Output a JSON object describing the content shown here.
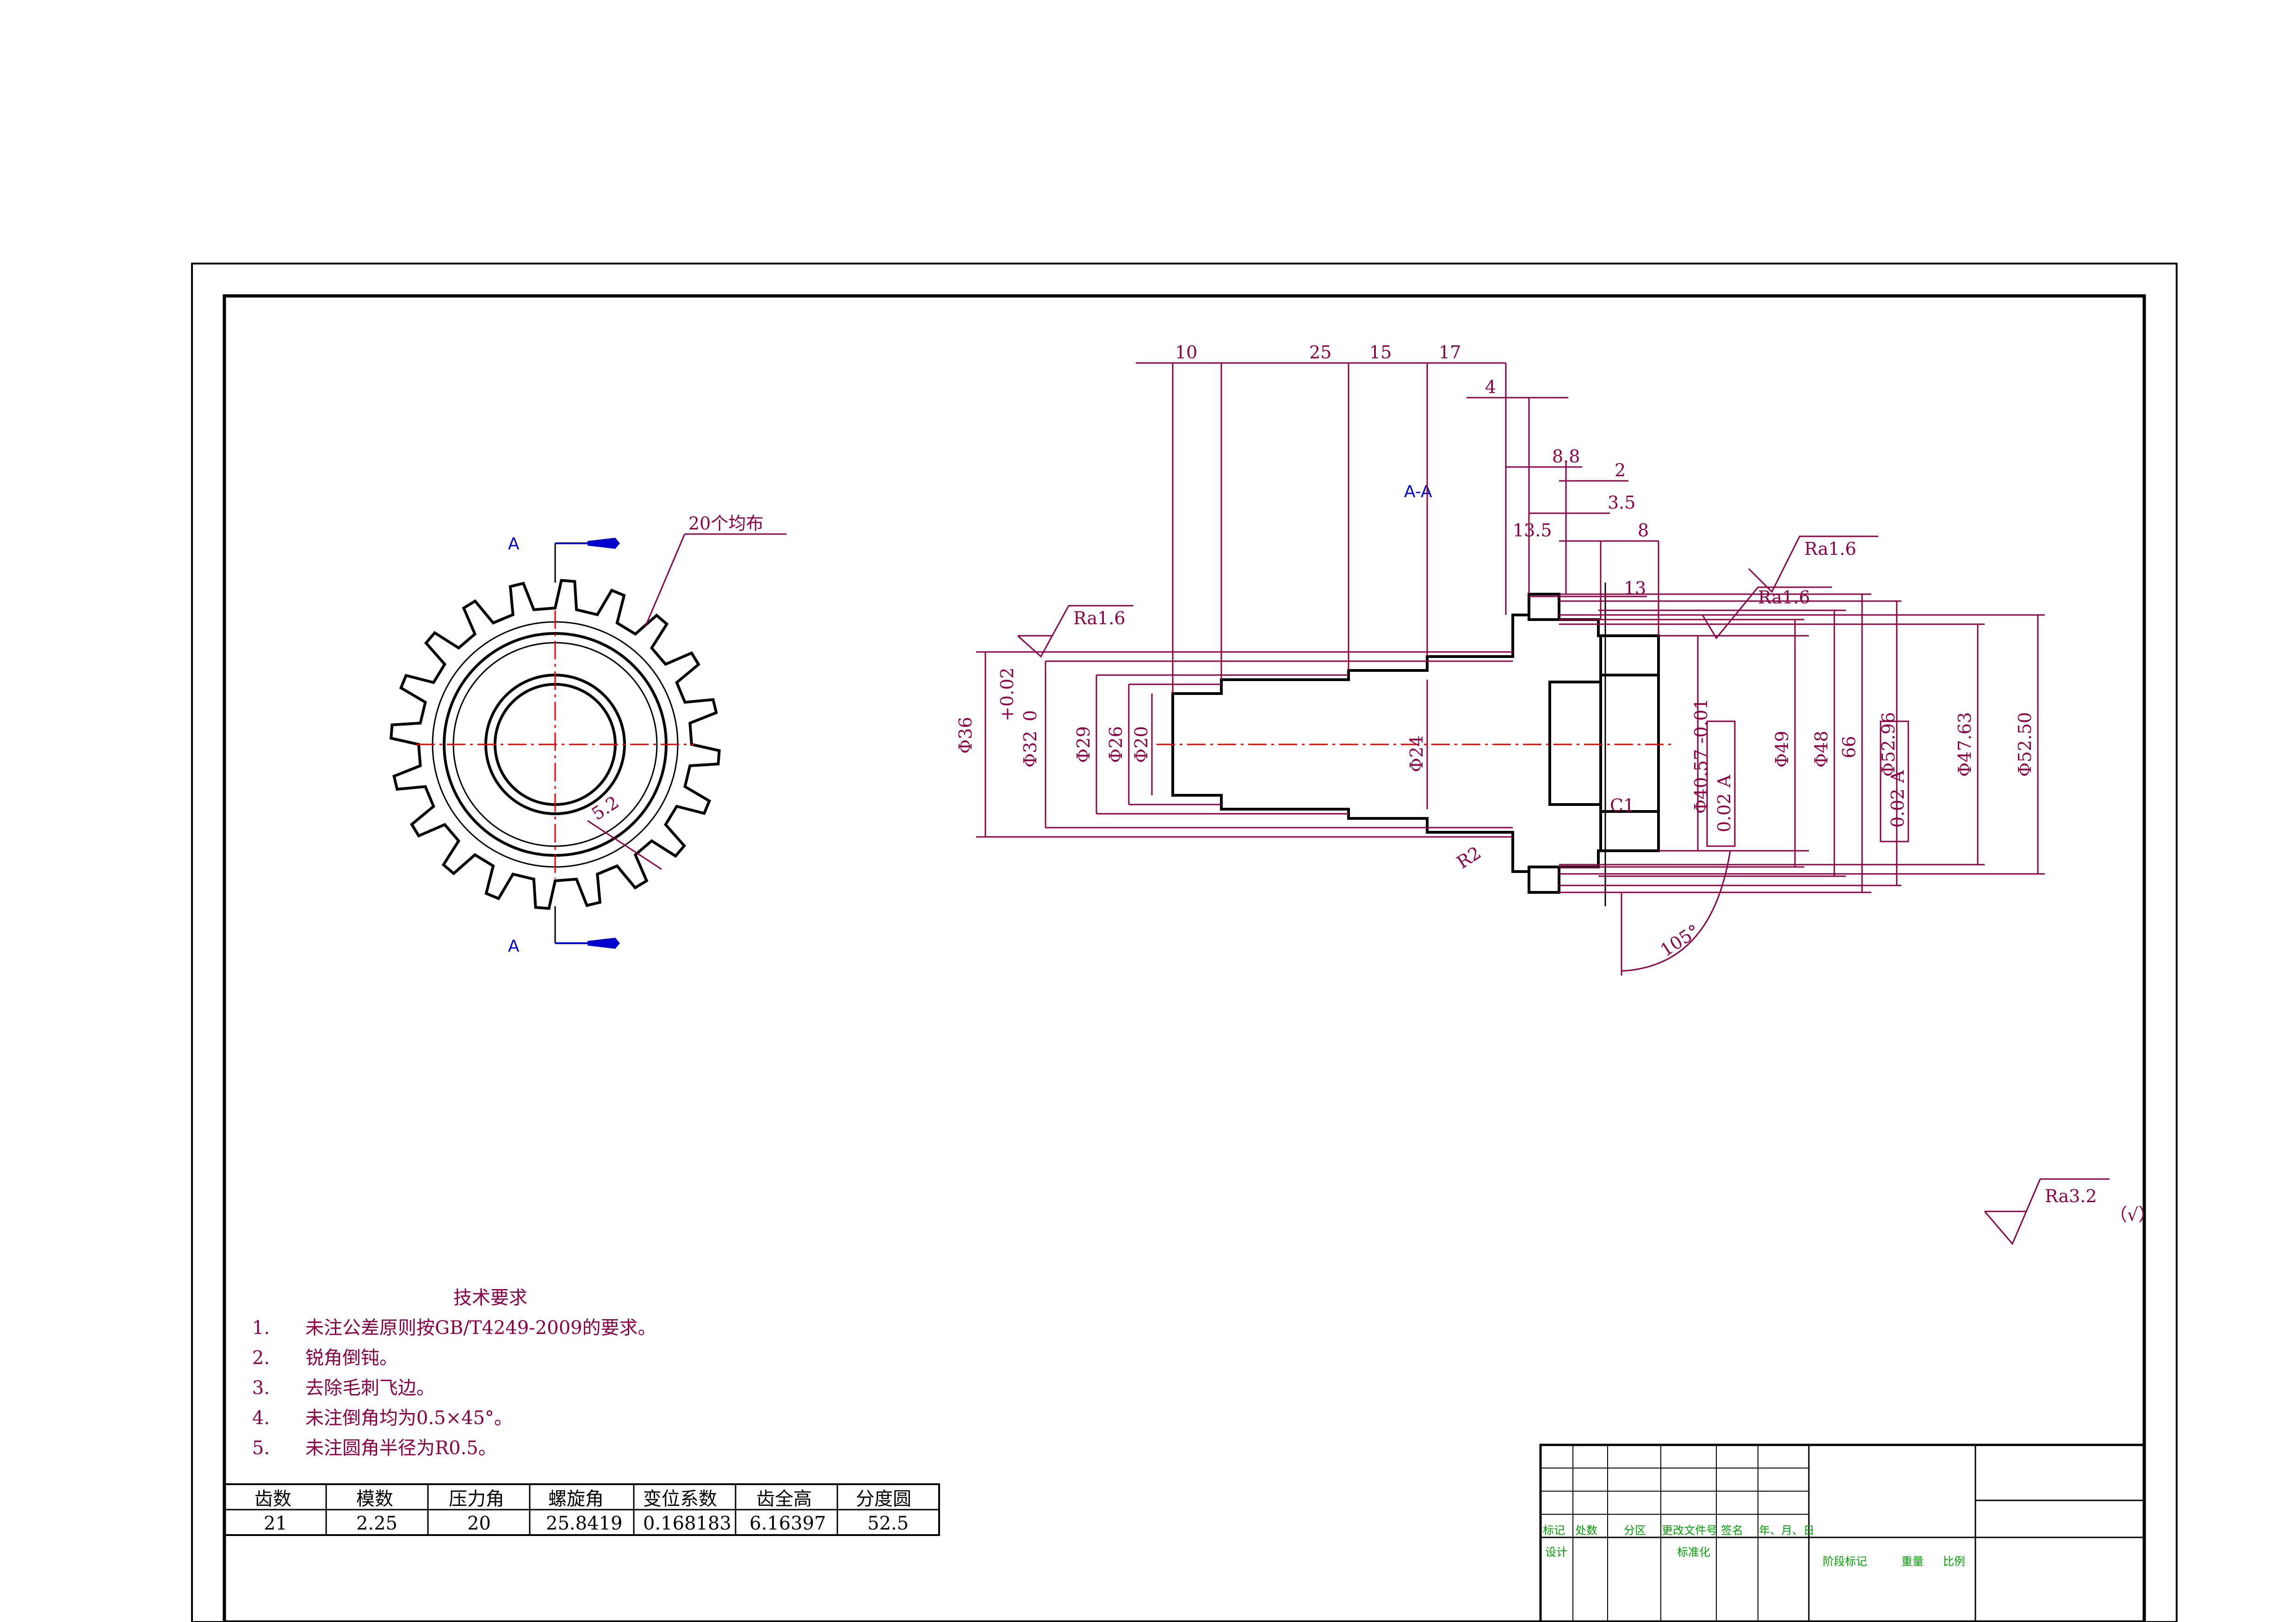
{
  "section_label": "A-A",
  "view_letters": {
    "top": "A",
    "bottom": "A"
  },
  "teeth_note": "20个均布",
  "tooth_dim": "5.2",
  "dims": {
    "top": [
      "10",
      "25",
      "15",
      "17",
      "4",
      "8.8",
      "2",
      "3.5",
      "8",
      "13.5",
      "13"
    ],
    "vertical_left": [
      "Φ36",
      "+0.02",
      "Φ32",
      "0",
      "Φ29",
      "Φ26",
      "Φ20",
      "Φ24"
    ],
    "vertical_right": [
      "Φ40.57 -0.01",
      "0.02 A",
      "Φ49",
      "Φ48",
      "66",
      "Φ52.96",
      "0.02 A",
      "Φ47.63",
      "Φ52.50"
    ],
    "misc": [
      "R2",
      "C1",
      "105°"
    ]
  },
  "roughness": {
    "left": "Ra1.6",
    "top_right": "Ra1.6",
    "right": "Ra1.6",
    "general": "Ra3.2",
    "general_suffix": "（√）"
  },
  "tech_req": {
    "title": "技术要求",
    "items": [
      {
        "n": "1.",
        "t": "未注公差原则按GB/T4249-2009的要求。"
      },
      {
        "n": "2.",
        "t": "锐角倒钝。"
      },
      {
        "n": "3.",
        "t": "去除毛刺飞边。"
      },
      {
        "n": "4.",
        "t": "未注倒角均为0.5×45°。"
      },
      {
        "n": "5.",
        "t": "未注圆角半径为R0.5。"
      }
    ]
  },
  "gear_table": {
    "headers": [
      "齿数",
      "模数",
      "压力角",
      "螺旋角",
      "变位系数",
      "齿全高",
      "分度圆"
    ],
    "values": [
      "21",
      "2.25",
      "20",
      "25.8419",
      "0.168183",
      "6.16397",
      "52.5"
    ]
  },
  "title_block": {
    "row1": [
      "标记",
      "处数",
      "分区",
      "更改文件号",
      "签名",
      "年、月、日"
    ],
    "row2": [
      "设计",
      "",
      "标准化",
      "阶段标记",
      "重量",
      "比例"
    ]
  },
  "colors": {
    "dimension": "#8a0045",
    "hatch": "#0000cc",
    "center": "#e00000",
    "outline": "#000000"
  }
}
